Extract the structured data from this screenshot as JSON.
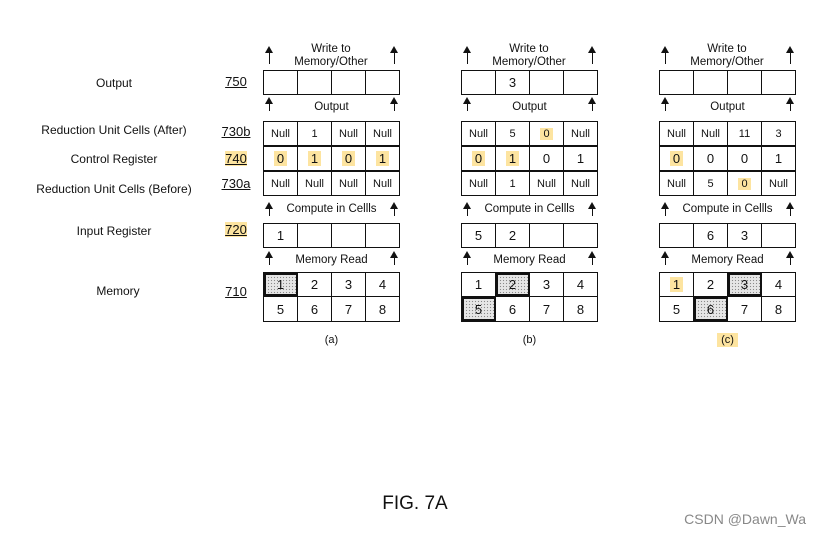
{
  "rows": [
    {
      "label": "Output",
      "ref": "750",
      "ref_highlight": false
    },
    {
      "label": "Reduction Unit Cells (After)",
      "ref": "730b",
      "ref_highlight": false
    },
    {
      "label": "Control Register",
      "ref": "740",
      "ref_highlight": true
    },
    {
      "label": "Reduction Unit Cells (Before)",
      "ref": "730a",
      "ref_highlight": false
    },
    {
      "label": "Input Register",
      "ref": "720",
      "ref_highlight": true
    },
    {
      "label": "Memory",
      "ref": "710",
      "ref_highlight": false
    }
  ],
  "labels": {
    "write_to": "Write to",
    "memory_other": "Memory/Other",
    "output": "Output",
    "compute": "Compute in Cellls",
    "memory_read": "Memory Read"
  },
  "panels": [
    {
      "caption": "(a)",
      "caption_highlight": false,
      "output": [
        "",
        "",
        "",
        ""
      ],
      "after": [
        "Null",
        "1",
        "Null",
        "Null"
      ],
      "after_hl": [
        false,
        false,
        false,
        false
      ],
      "control": [
        "0",
        "1",
        "0",
        "1"
      ],
      "control_hl": [
        true,
        true,
        true,
        true
      ],
      "before": [
        "Null",
        "Null",
        "Null",
        "Null"
      ],
      "before_hl": [
        false,
        false,
        false,
        false
      ],
      "input": [
        "1",
        "",
        "",
        ""
      ],
      "memory_top": [
        "1",
        "2",
        "3",
        "4"
      ],
      "memory_bottom": [
        "5",
        "6",
        "7",
        "8"
      ],
      "memory_top_dotted": [
        true,
        false,
        false,
        false
      ],
      "memory_bottom_dotted": [
        false,
        false,
        false,
        false
      ]
    },
    {
      "caption": "(b)",
      "caption_highlight": false,
      "output": [
        "",
        "3",
        "",
        ""
      ],
      "after": [
        "Null",
        "5",
        "0",
        "Null"
      ],
      "after_hl": [
        false,
        false,
        true,
        false
      ],
      "control": [
        "0",
        "1",
        "0",
        "1"
      ],
      "control_hl": [
        true,
        true,
        false,
        false
      ],
      "before": [
        "Null",
        "1",
        "Null",
        "Null"
      ],
      "before_hl": [
        false,
        false,
        false,
        false
      ],
      "input": [
        "5",
        "2",
        "",
        ""
      ],
      "memory_top": [
        "1",
        "2",
        "3",
        "4"
      ],
      "memory_bottom": [
        "5",
        "6",
        "7",
        "8"
      ],
      "memory_top_dotted": [
        false,
        true,
        false,
        false
      ],
      "memory_bottom_dotted": [
        true,
        false,
        false,
        false
      ]
    },
    {
      "caption": "(c)",
      "caption_highlight": true,
      "output": [
        "",
        "",
        "",
        ""
      ],
      "after": [
        "Null",
        "Null",
        "11",
        "3"
      ],
      "after_hl": [
        false,
        false,
        false,
        false
      ],
      "control": [
        "0",
        "0",
        "0",
        "1"
      ],
      "control_hl": [
        true,
        false,
        false,
        false
      ],
      "before": [
        "Null",
        "5",
        "0",
        "Null"
      ],
      "before_hl": [
        false,
        false,
        true,
        false
      ],
      "input": [
        "",
        "6",
        "3",
        ""
      ],
      "memory_top": [
        "1",
        "2",
        "3",
        "4"
      ],
      "memory_bottom": [
        "5",
        "6",
        "7",
        "8"
      ],
      "memory_top_hl": [
        true,
        false,
        false,
        false
      ],
      "memory_top_dotted": [
        false,
        false,
        true,
        false
      ],
      "memory_bottom_dotted": [
        false,
        true,
        false,
        false
      ]
    }
  ],
  "figure_title": "FIG. 7A",
  "watermark": "CSDN @Dawn_Wa",
  "colors": {
    "highlight": "#fde4a0",
    "line": "#111111"
  }
}
